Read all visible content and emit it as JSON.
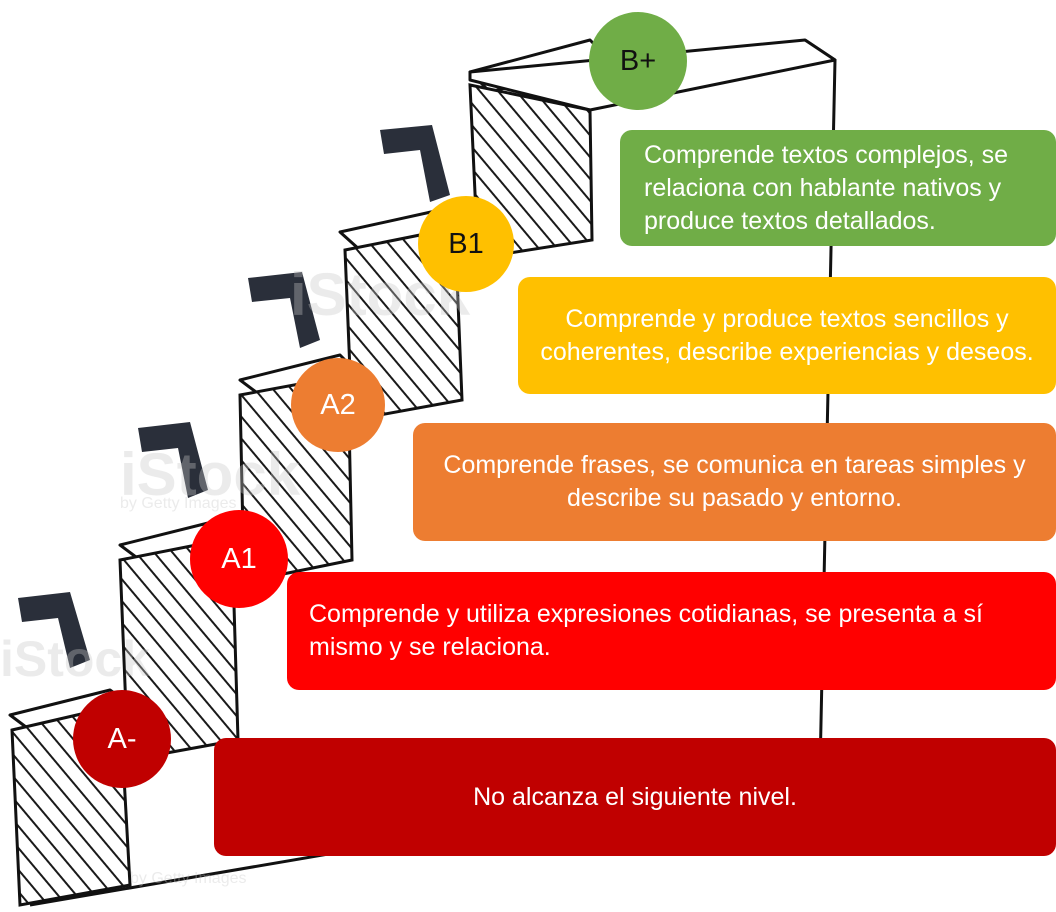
{
  "levels": {
    "a_minus": {
      "label": "A-",
      "description": "No alcanza el siguiente nivel.",
      "color": "#c00000"
    },
    "a1": {
      "label": "A1",
      "description": "Comprende y utiliza expresiones cotidianas, se presenta a sí mismo y se relaciona.",
      "color": "#ff0000"
    },
    "a2": {
      "label": "A2",
      "description": "Comprende frases, se comunica en tareas simples y describe su pasado y entorno.",
      "color": "#ed7d31"
    },
    "b1": {
      "label": "B1",
      "description": "Comprende y produce textos sencillos y coherentes, describe experiencias y deseos.",
      "color": "#ffc000"
    },
    "b_plus": {
      "label": "B+",
      "description": "Comprende textos complejos, se relaciona con hablante nativos y produce textos detallados.",
      "color": "#70ad47"
    }
  },
  "watermark": {
    "brand": "iStock",
    "credit": "by Getty Images"
  }
}
